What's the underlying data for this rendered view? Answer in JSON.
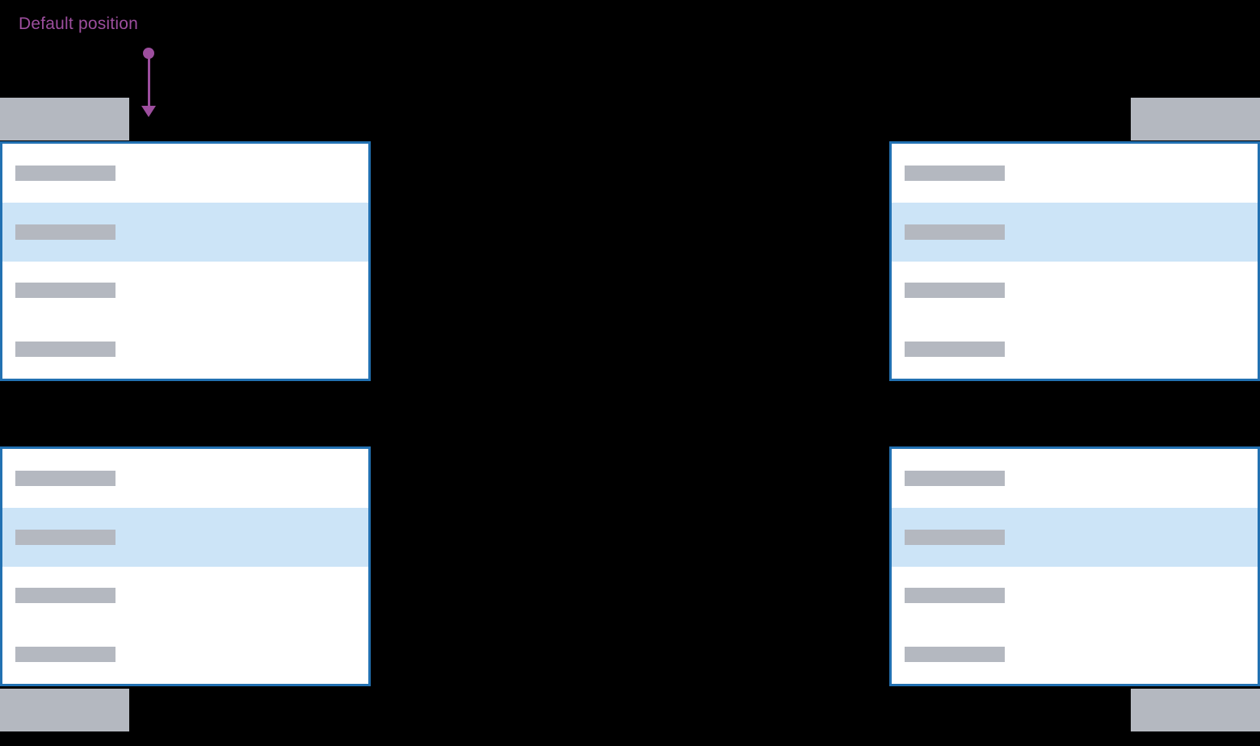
{
  "annotation": {
    "label": "Default position",
    "arrow_icon": "down-arrow-icon"
  },
  "colors": {
    "background": "#000000",
    "annotation_purple": "#9D4E9E",
    "panel_border_blue": "#2271B2",
    "panel_background": "#FFFFFF",
    "highlight_blue": "#CCE4F7",
    "skeleton_gray": "#B4B8C0"
  },
  "dropdowns": [
    {
      "id": "top-left",
      "placement": "menu-below-trigger-left-aligned",
      "is_default_position": true,
      "rows": [
        {
          "highlighted": false
        },
        {
          "highlighted": true
        },
        {
          "highlighted": false
        },
        {
          "highlighted": false
        }
      ]
    },
    {
      "id": "top-right",
      "placement": "menu-below-trigger-right-aligned",
      "is_default_position": false,
      "rows": [
        {
          "highlighted": false
        },
        {
          "highlighted": true
        },
        {
          "highlighted": false
        },
        {
          "highlighted": false
        }
      ]
    },
    {
      "id": "bottom-left",
      "placement": "menu-above-trigger-left-aligned",
      "is_default_position": false,
      "rows": [
        {
          "highlighted": false
        },
        {
          "highlighted": true
        },
        {
          "highlighted": false
        },
        {
          "highlighted": false
        }
      ]
    },
    {
      "id": "bottom-right",
      "placement": "menu-above-trigger-right-aligned",
      "is_default_position": false,
      "rows": [
        {
          "highlighted": false
        },
        {
          "highlighted": true
        },
        {
          "highlighted": false
        },
        {
          "highlighted": false
        }
      ]
    }
  ]
}
